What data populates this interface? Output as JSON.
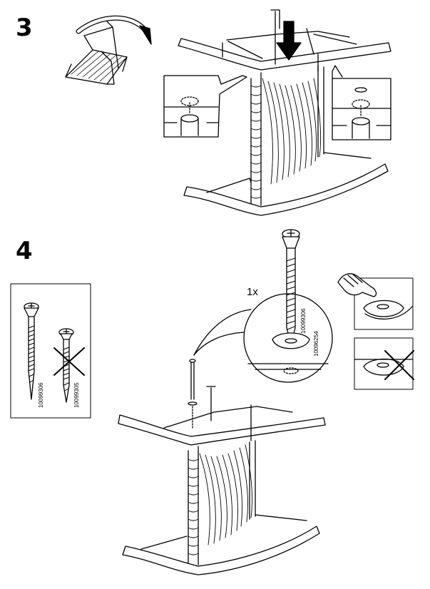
{
  "steps": [
    {
      "number": "3"
    },
    {
      "number": "4"
    }
  ],
  "step4": {
    "quantity": "1x",
    "screw_part": "10099306",
    "washer_part": "10096254",
    "legend": {
      "correct_part": "10099306",
      "wrong_part": "10099305"
    }
  }
}
